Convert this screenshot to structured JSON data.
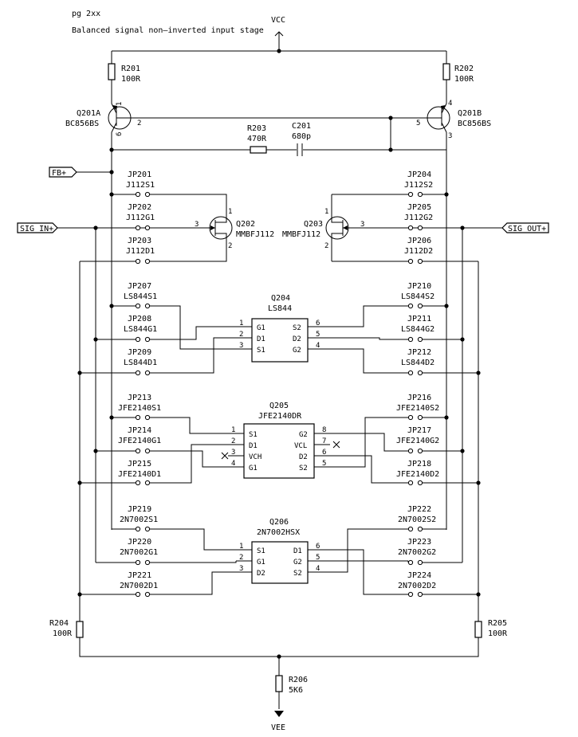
{
  "header": {
    "page": "pg 2xx",
    "subtitle": "Balanced signal non—inverted input stage"
  },
  "power": {
    "vcc": "VCC",
    "vee": "VEE"
  },
  "ports": {
    "fb": "FB+",
    "sig_in": "SIG_IN+",
    "sig_out": "SIG_OUT+"
  },
  "resistors": {
    "r201": {
      "ref": "R201",
      "value": "100R"
    },
    "r202": {
      "ref": "R202",
      "value": "100R"
    },
    "r203": {
      "ref": "R203",
      "value": "470R"
    },
    "r204": {
      "ref": "R204",
      "value": "100R"
    },
    "r205": {
      "ref": "R205",
      "value": "100R"
    },
    "r206": {
      "ref": "R206",
      "value": "5K6"
    }
  },
  "capacitor": {
    "ref": "C201",
    "value": "680p"
  },
  "transistors": {
    "q201a": {
      "ref": "Q201A",
      "value": "BC856BS"
    },
    "q201b": {
      "ref": "Q201B",
      "value": "BC856BS"
    },
    "q202": {
      "ref": "Q202",
      "value": "MMBFJ112"
    },
    "q203": {
      "ref": "Q203",
      "value": "MMBFJ112"
    }
  },
  "jumpers": {
    "jp201": {
      "ref": "JP201",
      "value": "J112S1"
    },
    "jp202": {
      "ref": "JP202",
      "value": "J112G1"
    },
    "jp203": {
      "ref": "JP203",
      "value": "J112D1"
    },
    "jp204": {
      "ref": "JP204",
      "value": "J112S2"
    },
    "jp205": {
      "ref": "JP205",
      "value": "J112G2"
    },
    "jp206": {
      "ref": "JP206",
      "value": "J112D2"
    },
    "jp207": {
      "ref": "JP207",
      "value": "LS844S1"
    },
    "jp208": {
      "ref": "JP208",
      "value": "LS844G1"
    },
    "jp209": {
      "ref": "JP209",
      "value": "LS844D1"
    },
    "jp210": {
      "ref": "JP210",
      "value": "LS844S2"
    },
    "jp211": {
      "ref": "JP211",
      "value": "LS844G2"
    },
    "jp212": {
      "ref": "JP212",
      "value": "LS844D2"
    },
    "jp213": {
      "ref": "JP213",
      "value": "JFE2140S1"
    },
    "jp214": {
      "ref": "JP214",
      "value": "JFE2140G1"
    },
    "jp215": {
      "ref": "JP215",
      "value": "JFE2140D1"
    },
    "jp216": {
      "ref": "JP216",
      "value": "JFE2140S2"
    },
    "jp217": {
      "ref": "JP217",
      "value": "JFE2140G2"
    },
    "jp218": {
      "ref": "JP218",
      "value": "JFE2140D2"
    },
    "jp219": {
      "ref": "JP219",
      "value": "2N7002S1"
    },
    "jp220": {
      "ref": "JP220",
      "value": "2N7002G1"
    },
    "jp221": {
      "ref": "JP221",
      "value": "2N7002D1"
    },
    "jp222": {
      "ref": "JP222",
      "value": "2N7002S2"
    },
    "jp223": {
      "ref": "JP223",
      "value": "2N7002G2"
    },
    "jp224": {
      "ref": "JP224",
      "value": "2N7002D2"
    }
  },
  "ics": {
    "q204": {
      "ref": "Q204",
      "value": "LS844",
      "left_pins": [
        {
          "num": "1",
          "name": "G1"
        },
        {
          "num": "2",
          "name": "D1"
        },
        {
          "num": "3",
          "name": "S1"
        }
      ],
      "right_pins": [
        {
          "num": "6",
          "name": "S2"
        },
        {
          "num": "5",
          "name": "D2"
        },
        {
          "num": "4",
          "name": "G2"
        }
      ]
    },
    "q205": {
      "ref": "Q205",
      "value": "JFE2140DR",
      "left_pins": [
        {
          "num": "1",
          "name": "S1"
        },
        {
          "num": "2",
          "name": "D1"
        },
        {
          "num": "3",
          "name": "VCH"
        },
        {
          "num": "4",
          "name": "G1"
        }
      ],
      "right_pins": [
        {
          "num": "8",
          "name": "G2"
        },
        {
          "num": "7",
          "name": "VCL"
        },
        {
          "num": "6",
          "name": "D2"
        },
        {
          "num": "5",
          "name": "S2"
        }
      ]
    },
    "q206": {
      "ref": "Q206",
      "value": "2N7002HSX",
      "left_pins": [
        {
          "num": "1",
          "name": "S1"
        },
        {
          "num": "2",
          "name": "G1"
        },
        {
          "num": "3",
          "name": "D2"
        }
      ],
      "right_pins": [
        {
          "num": "6",
          "name": "D1"
        },
        {
          "num": "5",
          "name": "G2"
        },
        {
          "num": "4",
          "name": "S2"
        }
      ]
    }
  },
  "pin_labels": {
    "q201a_b": "2",
    "q201a_e": "1",
    "q201a_c": "6",
    "q201b_b": "5",
    "q201b_e": "4",
    "q201b_c": "3",
    "q202_g": "3",
    "q202_s": "1",
    "q202_d": "2",
    "q203_g": "3",
    "q203_s": "1",
    "q203_d": "2"
  }
}
